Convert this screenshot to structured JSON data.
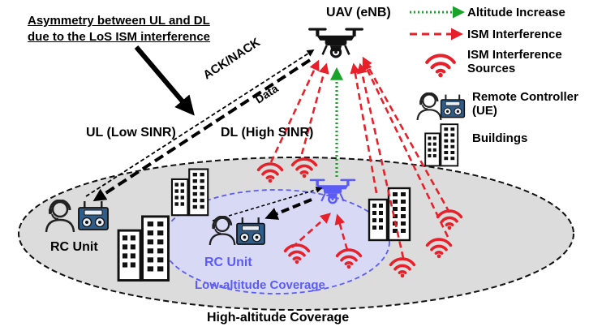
{
  "annotation": {
    "line1": "Asymmetry between UL and DL",
    "line2": "due to the LoS ISM interference"
  },
  "uav_label": "UAV (eNB)",
  "ul_label": "UL (Low SINR)",
  "dl_label": "DL (High SINR)",
  "arrow_labels": {
    "ack": "ACK/NACK",
    "data": "Data"
  },
  "rc_unit_high": "RC Unit",
  "rc_unit_low": "RC Unit",
  "coverage": {
    "low": "Low-altitude Coverage",
    "high": "High-altitude Coverage"
  },
  "legend": {
    "altitude": "Altitude Increase",
    "interference": "ISM Interference",
    "sources": [
      "ISM Interference",
      "Sources"
    ],
    "controller": [
      "Remote Controller",
      "(UE)"
    ],
    "buildings": "Buildings"
  },
  "colors": {
    "altitude_arrow": "#1aa32a",
    "interference": "#e8202a",
    "low_uav": "#5b5bf5",
    "high_uav": "#111111",
    "high_coverage_fill": "#dcdcdc",
    "low_coverage_fill": "#d8d9f5"
  }
}
